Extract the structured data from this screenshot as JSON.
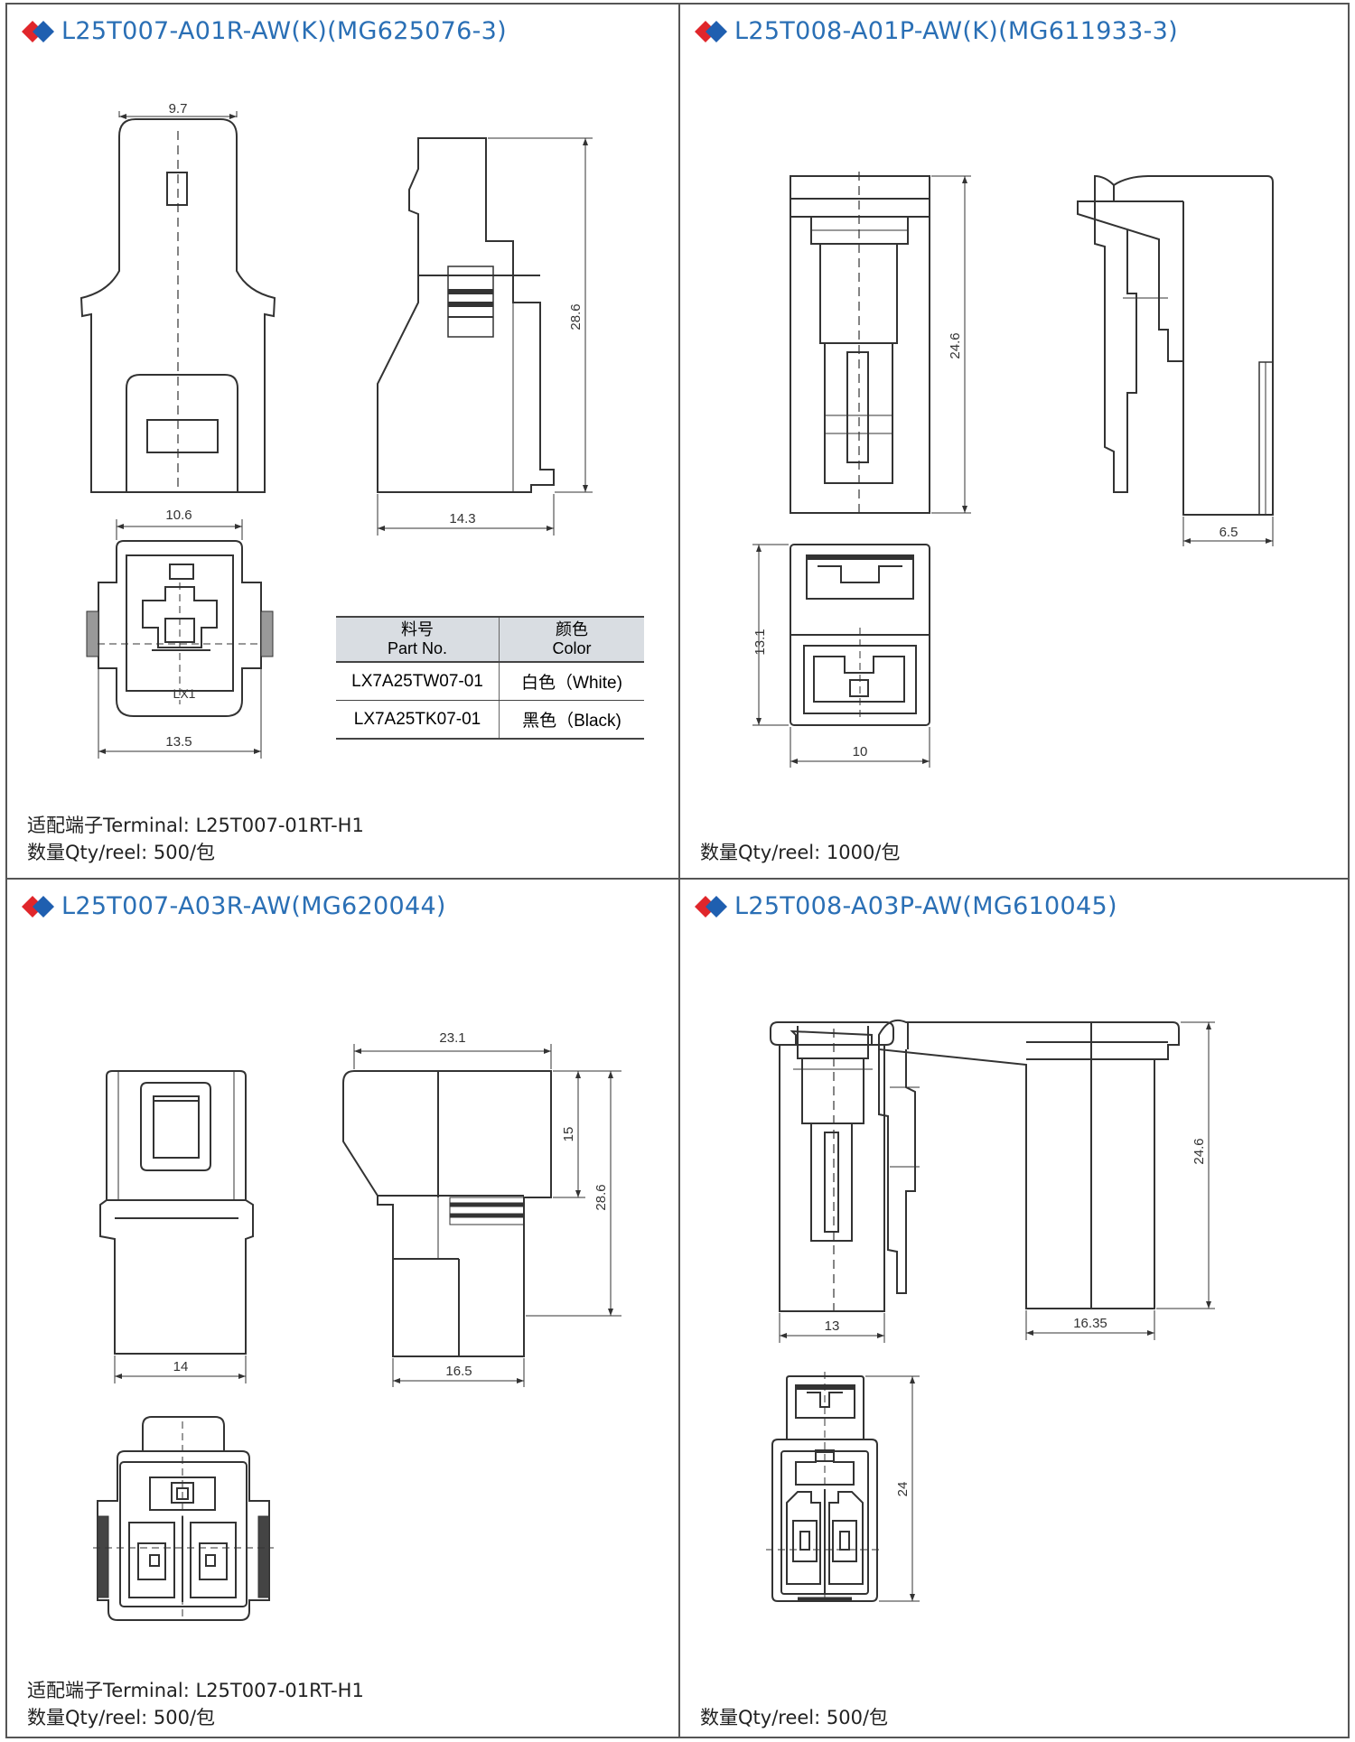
{
  "panels": {
    "top_left": {
      "title": "L25T007-A01R-AW(K)(MG625076-3)",
      "dims": {
        "a": "9.7",
        "b": "28.6",
        "c": "14.3",
        "d": "10.6",
        "e": "13.5"
      },
      "part_label": "LX1",
      "table": {
        "header_part_cn": "料号",
        "header_part_en": "Part No.",
        "header_color_cn": "颜色",
        "header_color_en": "Color",
        "rows": [
          {
            "part": "LX7A25TW07-01",
            "color": "白色（White)"
          },
          {
            "part": "LX7A25TK07-01",
            "color": "黑色（Black)"
          }
        ]
      },
      "terminal": "适配端子Terminal:  L25T007-01RT-H1",
      "qty": "数量Qty/reel:  500/包"
    },
    "top_right": {
      "title": "L25T008-A01P-AW(K)(MG611933-3)",
      "dims": {
        "a": "24.6",
        "b": "6.5",
        "c": "13.1",
        "d": "10"
      },
      "qty": "数量Qty/reel:  1000/包"
    },
    "bottom_left": {
      "title": "L25T007-A03R-AW(MG620044)",
      "dims": {
        "a": "23.1",
        "b": "15",
        "c": "28.6",
        "d": "14",
        "e": "16.5"
      },
      "terminal": "适配端子Terminal:  L25T007-01RT-H1",
      "qty": "数量Qty/reel:  500/包"
    },
    "bottom_right": {
      "title": "L25T008-A03P-AW(MG610045)",
      "dims": {
        "a": "24.6",
        "b": "13",
        "c": "16.35",
        "d": "24"
      },
      "qty": "数量Qty/reel:  500/包"
    }
  },
  "colors": {
    "title": "#2a6fb5",
    "diamond_red": "#e0262b",
    "diamond_blue": "#1f5fb0",
    "line": "#333333"
  }
}
